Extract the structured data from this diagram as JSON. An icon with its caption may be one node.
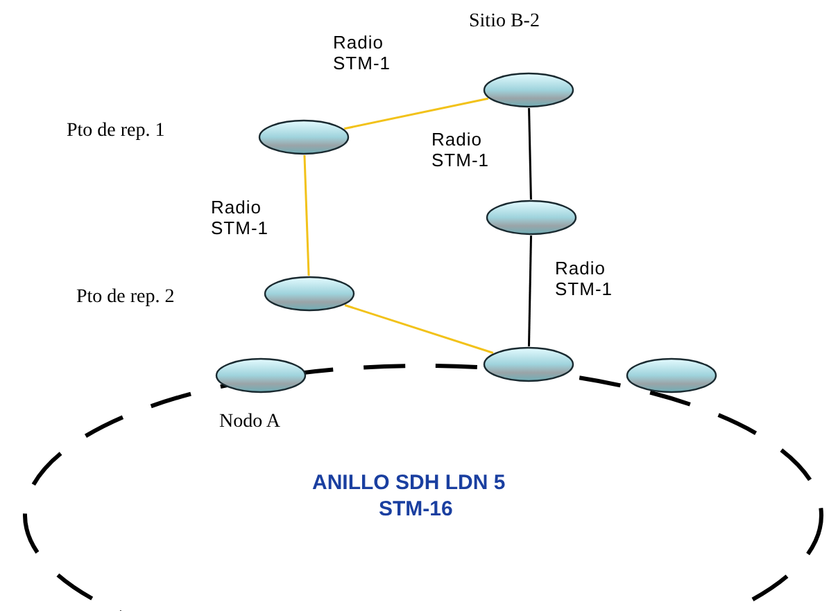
{
  "diagram": {
    "nodes": [
      {
        "text": [
          "ANILLO SDH LDN 5",
          "STM-16"
        ]
      },
      {
        "text": [],
        "shape": "ellipse",
        "beside": [
          "Sitio B-2"
        ]
      },
      {
        "text": [],
        "shape": "ellipse"
      },
      {
        "text": [],
        "shape": "ellipse"
      },
      {
        "text": [],
        "shape": "ellipse"
      },
      {
        "text": [],
        "shape": "ellipse"
      },
      {
        "text": [],
        "shape": "ellipse"
      },
      {
        "text": [],
        "shape": "ellipse"
      }
    ],
    "edges": [
      {
        "from": 2,
        "to": 1,
        "arrow": "none",
        "label": "Radio STM-1"
      },
      {
        "from": 1,
        "to": 3,
        "arrow": "none",
        "label": "Radio STM-1",
        "color": "#000000"
      },
      {
        "from": 2,
        "to": 4,
        "arrow": "none",
        "label": "Radio STM-1"
      },
      {
        "from": 3,
        "to": 6,
        "arrow": "none",
        "label": "Radio STM-1",
        "color": "#000000"
      },
      {
        "from": 4,
        "to": 6,
        "arrow": "none"
      }
    ],
    "labels": [
      "Pto de rep. 1",
      "Pto de rep. 2",
      "Nodo A"
    ]
  }
}
